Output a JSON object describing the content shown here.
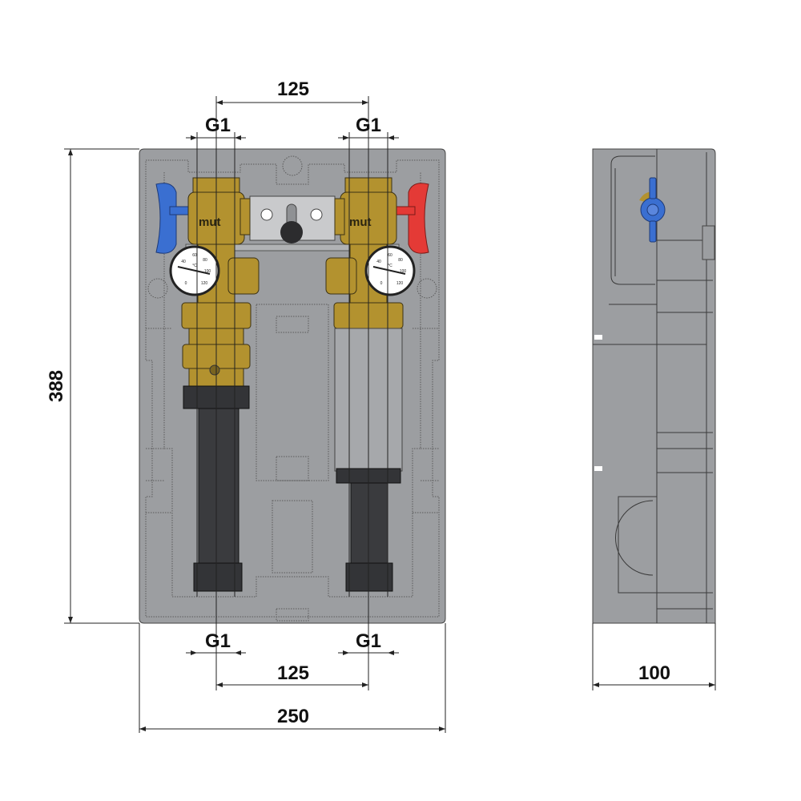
{
  "dimensions": {
    "height": "388",
    "width": "250",
    "depth": "100",
    "top_spacing": "125",
    "bottom_spacing": "125",
    "top_left_thread": "G1",
    "top_right_thread": "G1",
    "bottom_left_thread": "G1",
    "bottom_right_thread": "G1"
  },
  "valves": {
    "left_logo": "mut",
    "right_logo": "mut"
  },
  "gauges": {
    "scale": [
      "0",
      "40",
      "60",
      "80",
      "100",
      "120",
      "°C"
    ]
  },
  "colors": {
    "plate": "#9c9ea1",
    "brass": "#b3922f",
    "cold_handle": "#3a6fd1",
    "hot_handle": "#e43a36",
    "pipe": "#3a3b3e"
  }
}
